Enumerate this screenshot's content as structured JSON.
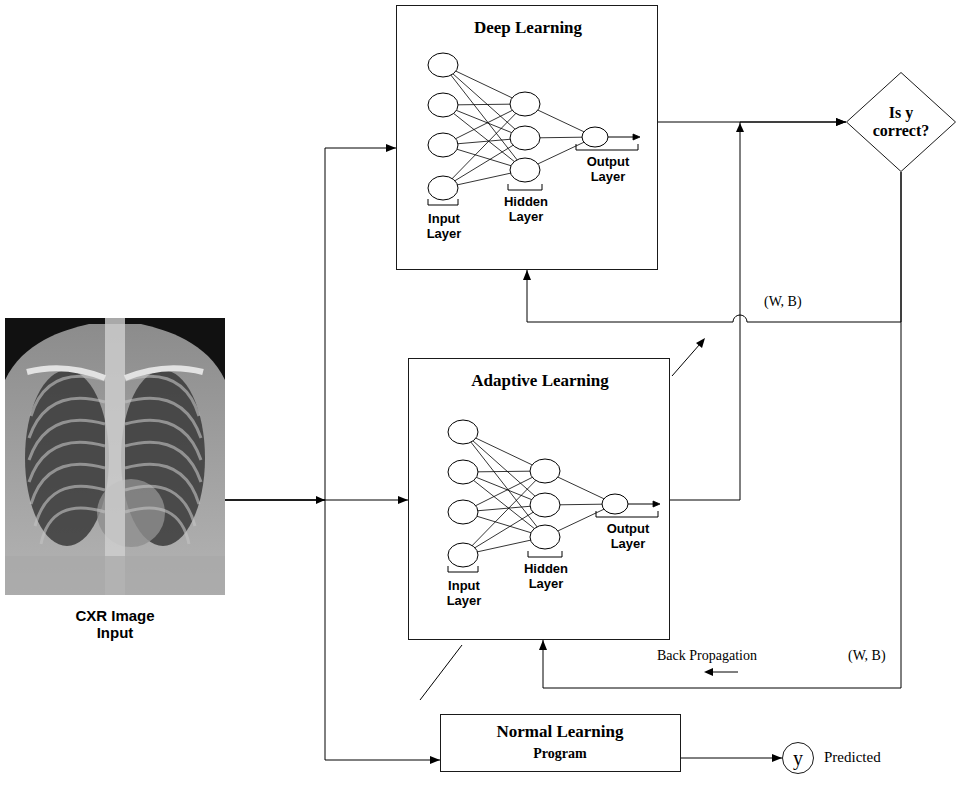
{
  "diagram": {
    "nodes": [
      {
        "text": [
          "Deep Learning",
          "Input Layer",
          "Hidden Layer",
          "Output Layer"
        ]
      },
      {
        "text": [
          "Is y correct?"
        ]
      },
      {
        "text": [
          "CXR Image Input"
        ]
      },
      {
        "text": [
          "Adaptive Learning",
          "Input Layer",
          "Hidden Layer",
          "Output Layer"
        ]
      },
      {
        "text": [
          "Normal Learning",
          "Program"
        ]
      },
      {
        "text": [
          "y",
          "Predicted"
        ]
      }
    ],
    "edges": [
      {
        "from": 2,
        "to": 0,
        "arrow": "to"
      },
      {
        "from": 2,
        "to": 3,
        "arrow": "to"
      },
      {
        "from": 2,
        "to": 4,
        "arrow": "to"
      },
      {
        "from": 0,
        "to": 1,
        "arrow": "to"
      },
      {
        "from": 3,
        "to": 1,
        "arrow": "to"
      },
      {
        "from": 1,
        "to": 0,
        "label": "(W, B)",
        "arrow": "to"
      },
      {
        "from": 1,
        "to": 3,
        "label": "(W, B)",
        "arrow": "to"
      },
      {
        "from": 4,
        "to": 5,
        "arrow": "to"
      }
    ],
    "labels": [
      "Back Propagation"
    ]
  }
}
